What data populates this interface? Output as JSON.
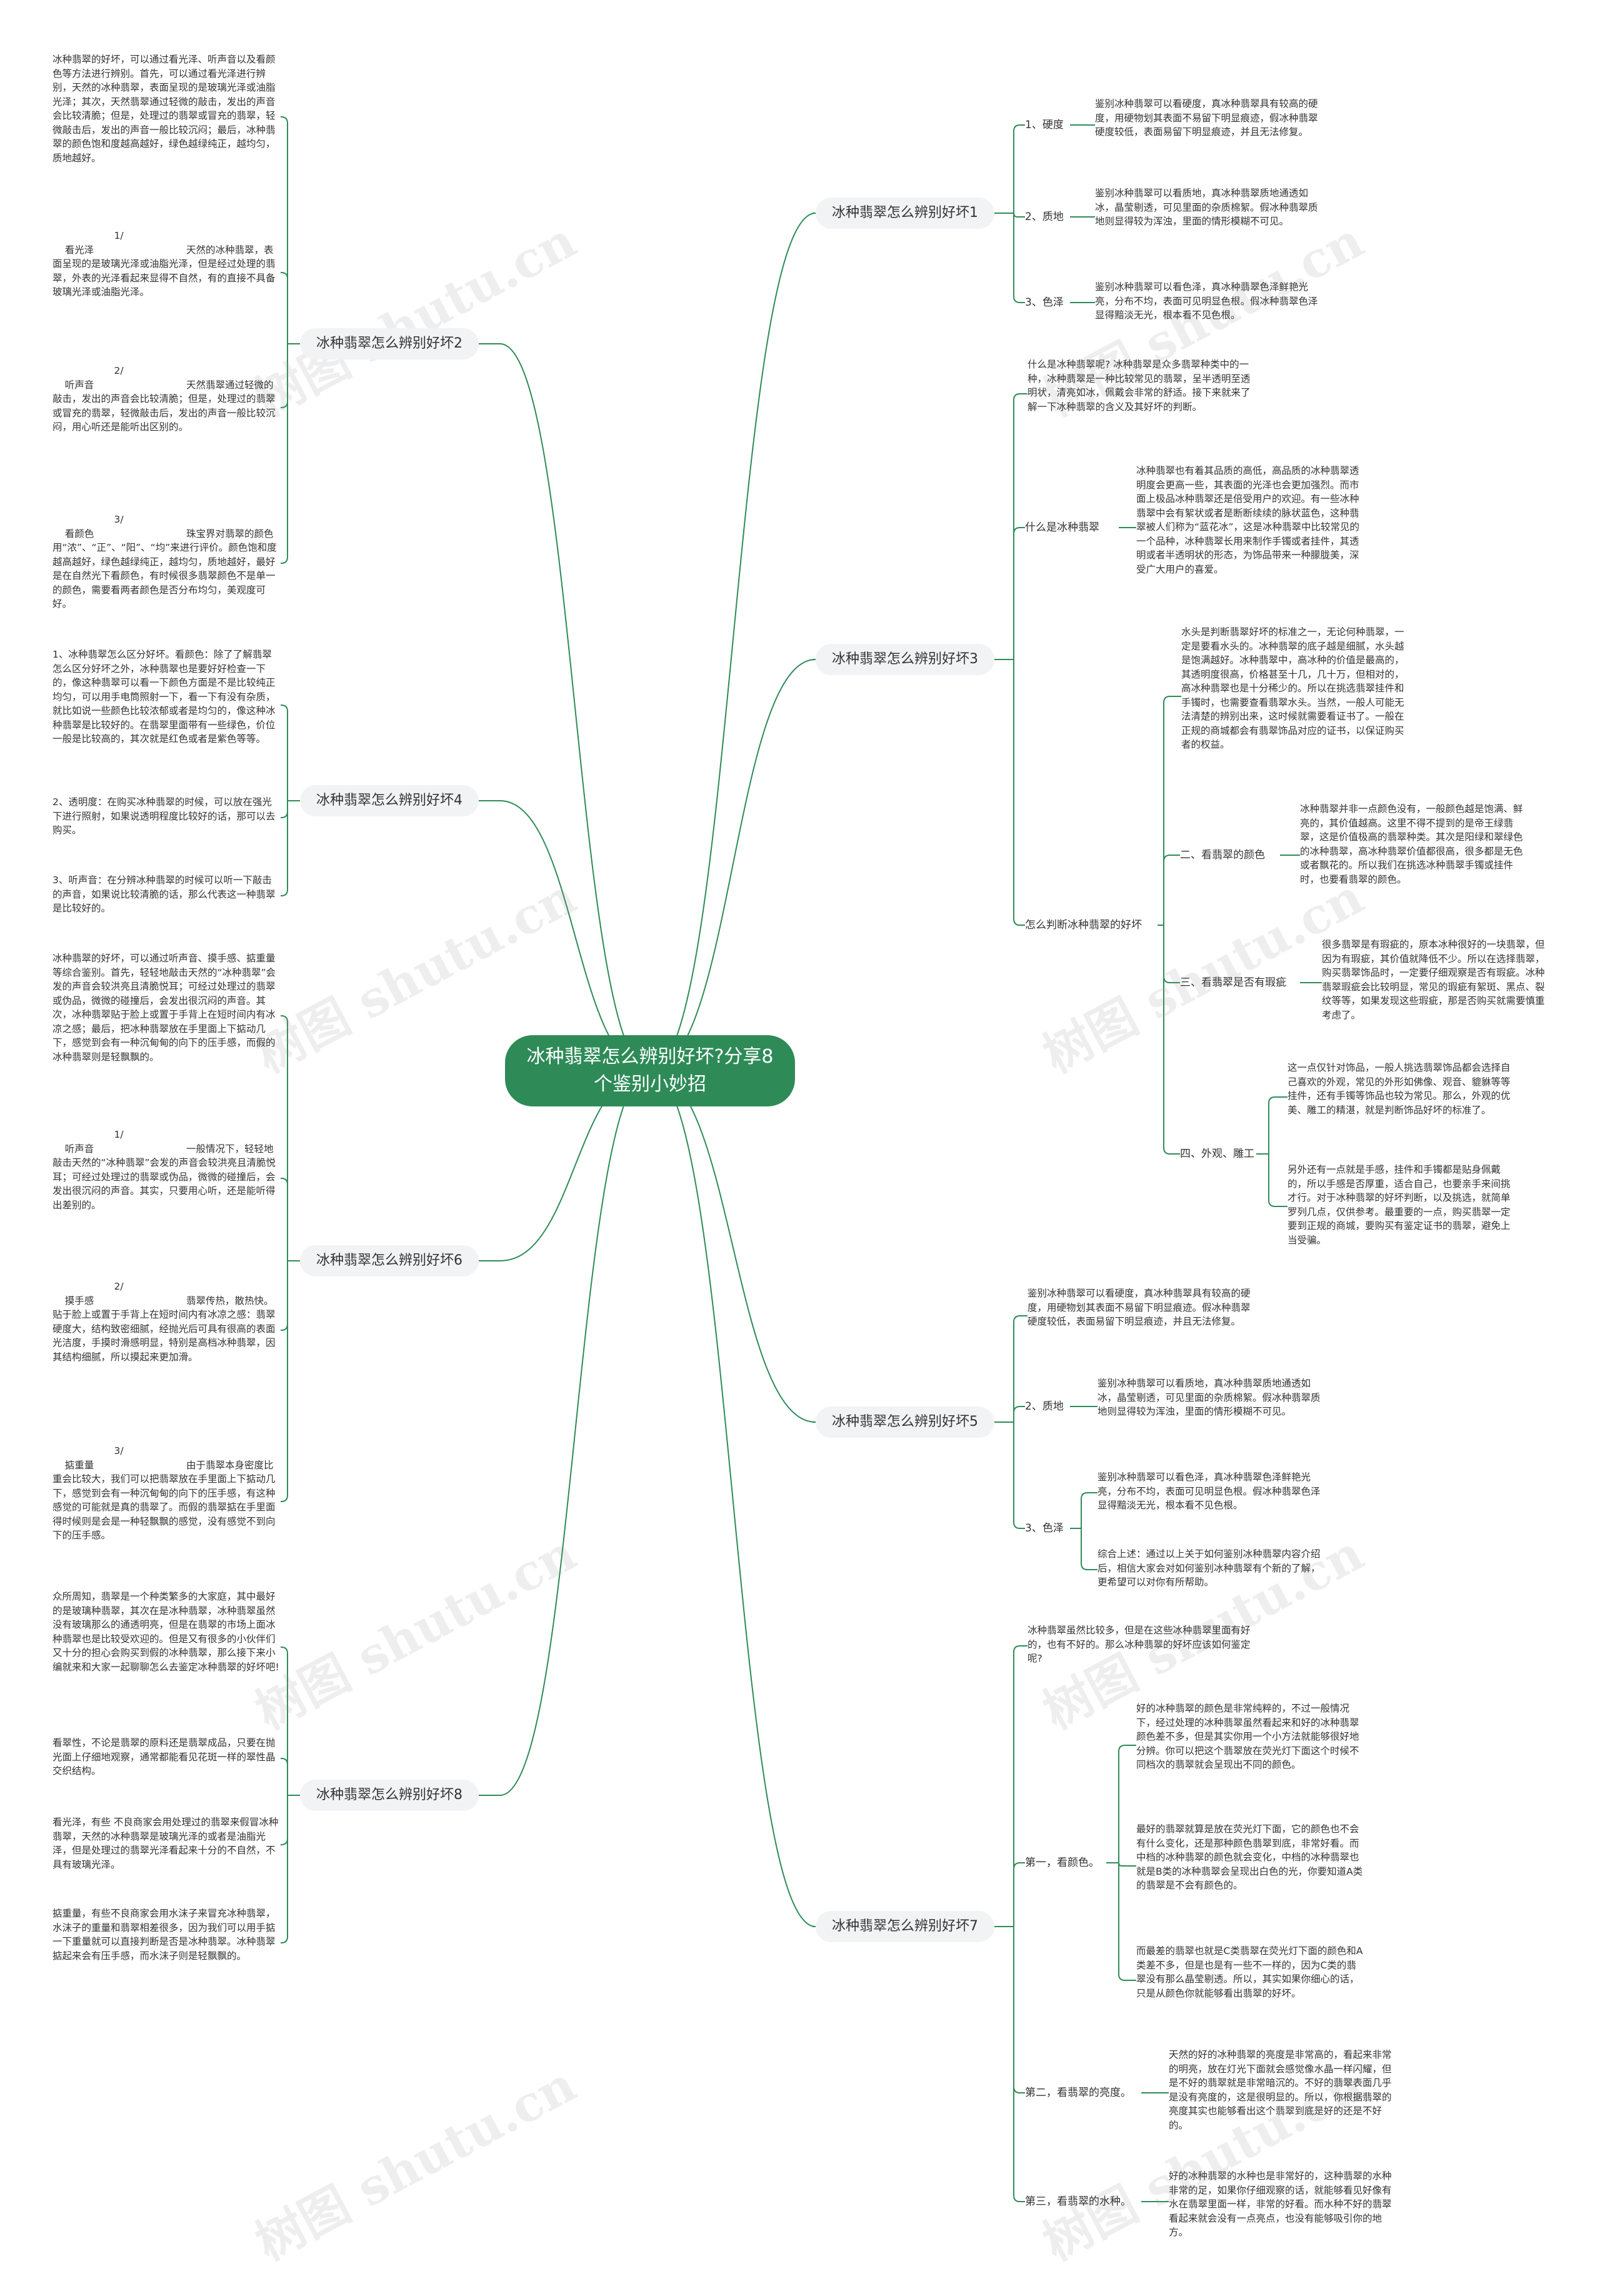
{
  "root": {
    "title": "冰种翡翠怎么辨别好坏?分享8个鉴别小妙招"
  },
  "colors": {
    "root": "#2e8b57",
    "line": "#2e8b57",
    "branch_bg": "#f2f3f5",
    "text": "#333333"
  },
  "watermark": "树图 shutu.cn",
  "branches": {
    "b1": "冰种翡翠怎么辨别好坏1",
    "b2": "冰种翡翠怎么辨别好坏2",
    "b3": "冰种翡翠怎么辨别好坏3",
    "b4": "冰种翡翠怎么辨别好坏4",
    "b5": "冰种翡翠怎么辨别好坏5",
    "b6": "冰种翡翠怎么辨别好坏6",
    "b7": "冰种翡翠怎么辨别好坏7",
    "b8": "冰种翡翠怎么辨别好坏8"
  },
  "subs": {
    "b1_1": "1、硬度",
    "b1_2": "2、质地",
    "b1_3": "3、色泽",
    "b3_1": "什么是冰种翡翠",
    "b3_2": "怎么判断冰种翡翠的好坏",
    "b3_2_2": "二、看翡翠的颜色",
    "b3_2_3": "三、看翡翠是否有瑕疵",
    "b3_2_4": "四、外观、雕工",
    "b5_2": "2、质地",
    "b5_3": "3、色泽",
    "b7_1": "第一，看颜色。",
    "b7_2": "第二，看翡翠的亮度。",
    "b7_3": "第三，看翡翠的水种。"
  },
  "leaves": {
    "b1_1": "鉴别冰种翡翠可以看硬度，真冰种翡翠具有较高的硬度，用硬物划其表面不易留下明显痕迹，假冰种翡翠硬度较低，表面易留下明显痕迹，并且无法修复。",
    "b1_2": "鉴别冰种翡翠可以看质地，真冰种翡翠质地通透如冰，晶莹剔透，可见里面的杂质棉絮。假冰种翡翠质地则显得较为浑浊，里面的情形模糊不可见。",
    "b1_3": "鉴别冰种翡翠可以看色泽，真冰种翡翠色泽鲜艳光亮，分布不均，表面可见明显色根。假冰种翡翠色泽显得黯淡无光，根本看不见色根。",
    "b2_0": "冰种翡翠的好坏，可以通过看光泽、听声音以及看颜色等方法进行辨别。首先，可以通过看光泽进行辨别，天然的冰种翡翠，表面呈现的是玻璃光泽或油脂光泽；其次，天然翡翠通过轻微的敲击，发出的声音会比较清脆；但是，处理过的翡翠或冒充的翡翠，轻微敲击后，发出的声音一般比较沉闷；最后，冰种翡翠的颜色饱和度越高越好，绿色越绿纯正，越均匀，质地越好。",
    "b2_1": "                    1/\n    看光泽                              天然的冰种翡翠，表面呈现的是玻璃光泽或油脂光泽，但是经过处理的翡翠，外表的光泽看起来显得不自然，有的直接不具备玻璃光泽或油脂光泽。",
    "b2_2": "                    2/\n    听声音                              天然翡翠通过轻微的敲击，发出的声音会比较清脆；但是，处理过的翡翠或冒充的翡翠，轻微敲击后，发出的声音一般比较沉闷，用心听还是能听出区别的。",
    "b2_3": "                    3/\n    看颜色                              珠宝界对翡翠的颜色用“浓”、“正”、“阳”、“均”来进行评价。颜色饱和度越高越好，绿色越绿纯正，越均匀，质地越好，最好是在自然光下看颜色，有时候很多翡翠颜色不是单一的颜色，需要看两者颜色是否分布均匀，美观度可好。",
    "b3_0": "什么是冰种翡翠呢? 冰种翡翠是众多翡翠种类中的一种，冰种翡翠是一种比较常见的翡翠，呈半透明至透明状，清亮如冰，佩戴会非常的舒适。接下来就来了解一下冰种翡翠的含义及其好坏的判断。",
    "b3_1": "冰种翡翠也有着其品质的高低，高品质的冰种翡翠透明度会更高一些，其表面的光泽也会更加强烈。而市面上极品冰种翡翠还是倍受用户的欢迎。有一些冰种翡翠中会有絮状或者是断断续续的脉状蓝色，这种翡翠被人们称为“蓝花冰”，这是冰种翡翠中比较常见的一个品种，冰种翡翠长用来制作手镯或者挂件，其透明或者半透明状的形态，为饰品带来一种朦胧美，深受广大用户的喜爱。",
    "b3_2_1": "水头是判断翡翠好坏的标准之一，无论何种翡翠，一定是要看水头的。冰种翡翠的底子越是细腻，水头越是饱满越好。冰种翡翠中，高冰种的价值是最高的，其透明度很高，价格甚至十几，几十万，但相对的，高冰种翡翠也是十分稀少的。所以在挑选翡翠挂件和手镯时，也需要查看翡翠水头。当然，一般人可能无法清楚的辨别出来，这时候就需要看证书了。一般在正规的商城都会有翡翠饰品对应的证书，以保证购买者的权益。",
    "b3_2_2": "冰种翡翠并非一点颜色没有，一般颜色越是饱满、鲜亮的，其价值越高。这里不得不提到的是帝王绿翡翠，这是价值极高的翡翠种类。其次是阳绿和翠绿色的冰种翡翠，高冰种翡翠价值都很高，很多都是无色或者飘花的。所以我们在挑选冰种翡翠手镯或挂件时，也要看翡翠的颜色。",
    "b3_2_3": "很多翡翠是有瑕疵的，原本冰种很好的一块翡翠，但因为有瑕疵，其价值就降低不少。所以在选择翡翠，购买翡翠饰品时，一定要仔细观察是否有瑕疵。冰种翡翠瑕疵会比较明显，常见的瑕疵有絮斑、黑点、裂纹等等，如果发现这些瑕疵，那是否购买就需要慎重考虑了。",
    "b3_2_4a": "这一点仅针对饰品，一般人挑选翡翠饰品都会选择自己喜欢的外观，常见的外形如佛像、观音、貔貅等等挂件，还有手镯等饰品也较为常见。那么，外观的优美、雕工的精湛，就是判断饰品好坏的标准了。",
    "b3_2_4b": "另外还有一点就是手感，挂件和手镯都是贴身佩戴的，所以手感是否厚重，适合自己，也要亲手来间挑才行。对于冰种翡翠的好坏判断，以及挑选，就简单罗列几点，仅供参考。最重要的一点，购买翡翠一定要到正规的商城，要购买有鉴定证书的翡翠，避免上当受骗。",
    "b4_1": "1、冰种翡翠怎么区分好坏。看颜色：除了了解翡翠怎么区分好坏之外，冰种翡翠也是要好好检查一下的，像这种翡翠可以看一下颜色方面是不是比较纯正均匀，可以用手电筒照射一下，看一下有没有杂质，就比如说一些颜色比较浓郁或者是均匀的，像这种冰种翡翠是比较好的。在翡翠里面带有一些绿色，价位一般是比较高的，其次就是红色或者是紫色等等。",
    "b4_2": "2、透明度：在购买冰种翡翠的时候，可以放在强光下进行照射，如果说透明程度比较好的话，那可以去购买。",
    "b4_3": "3、听声音：在分辨冰种翡翠的时候可以听一下敲击的声音，如果说比较清脆的话，那么代表这一种翡翠是比较好的。",
    "b5_1": "鉴别冰种翡翠可以看硬度，真冰种翡翠具有较高的硬度，用硬物划其表面不易留下明显痕迹。假冰种翡翠硬度较低，表面易留下明显痕迹，并且无法修复。",
    "b5_2": "鉴别冰种翡翠可以看质地，真冰种翡翠质地通透如冰，晶莹剔透，可见里面的杂质棉絮。假冰种翡翠质地则显得较为浑浊，里面的情形模糊不可见。",
    "b5_3a": "鉴别冰种翡翠可以看色泽，真冰种翡翠色泽鲜艳光亮，分布不均，表面可见明显色根。假冰种翡翠色泽显得黯淡无光，根本看不见色根。",
    "b5_3b": "综合上述：通过以上关于如何鉴别冰种翡翠内容介绍后，相信大家会对如何鉴别冰种翡翠有个新的了解，更希望可以对你有所帮助。",
    "b6_0": "冰种翡翠的好坏，可以通过听声音、摸手感、掂重量等综合鉴别。首先，轻轻地敲击天然的“冰种翡翠”会发的声音会较洪亮且清脆悦耳；可经过处理过的翡翠或伪品，微微的碰撞后，会发出很沉闷的声音。其次，冰种翡翠贴于脸上或置于手背上在短时间内有冰凉之感；最后，把冰种翡翠放在手里面上下掂动几下，感觉到会有一种沉甸甸的向下的压手感，而假的冰种翡翠则是轻飘飘的。",
    "b6_1": "                    1/\n    听声音                              一般情况下，轻轻地敲击天然的“冰种翡翠”会发的声音会较洪亮且清脆悦耳；可经过处理过的翡翠或伪品，微微的碰撞后，会发出很沉闷的声音。其实，只要用心听，还是能听得出差别的。",
    "b6_2": "                    2/\n    摸手感                              翡翠传热，散热快。贴于脸上或置于手背上在短时间内有冰凉之感：翡翠硬度大，结构致密细腻，经抛光后可具有很高的表面光洁度，手摸时滑感明显，特别是高档冰种翡翠，因其结构细腻，所以摸起来更加滑。",
    "b6_3": "                    3/\n    掂重量                              由于翡翠本身密度比重会比较大，我们可以把翡翠放在手里面上下掂动几下，感觉到会有一种沉甸甸的向下的压手感，有这种感觉的可能就是真的翡翠了。而假的翡翠掂在手里面得时候则是会是一种轻飘飘的感觉，没有感觉不到向下的压手感。",
    "b7_0": "冰种翡翠虽然比较多，但是在这些冰种翡翠里面有好的，也有不好的。那么冰种翡翠的好坏应该如何鉴定呢?",
    "b7_1a": "好的冰种翡翠的颜色是非常纯粹的，不过一般情况下，经过处理的冰种翡翠虽然看起来和好的冰种翡翠颜色差不多，但是其实你用一个小方法就能够很好地分辨。你可以把这个翡翠放在荧光灯下面这个时候不同档次的翡翠就会呈现出不同的颜色。",
    "b7_1b": "最好的翡翠就算是放在荧光灯下面，它的颜色也不会有什么变化，还是那种颜色翡翠到底，非常好看。而中档的冰种翡翠的颜色就会变化，中档的冰种翡翠也就是B类的冰种翡翠会呈现出白色的光，你要知道A类的翡翠是不会有颜色的。",
    "b7_1c": "而最差的翡翠也就是C类翡翠在荧光灯下面的颜色和A类差不多，但是也是有一些不一样的，因为C类的翡翠没有那么晶莹剔透。所以，其实如果你细心的话，只是从颜色你就能够看出翡翠的好坏。",
    "b7_2": "天然的好的冰种翡翠的亮度是非常高的，看起来非常的明亮，放在灯光下面就会感觉像水晶一样闪耀，但是不好的翡翠就是非常暗沉的。不好的翡翠表面几乎是没有亮度的，这是很明显的。所以，你根据翡翠的亮度其实也能够看出这个翡翠到底是好的还是不好的。",
    "b7_3": "好的冰种翡翠的水种也是非常好的，这种翡翠的水种非常的足，如果你仔细观察的话，就能够看见好像有水在翡翠里面一样，非常的好看。而水种不好的翡翠看起来就会没有一点亮点，也没有能够吸引你的地方。",
    "b8_0": "众所周知，翡翠是一个种类繁多的大家庭，其中最好的是玻璃种翡翠，其次在是冰种翡翠，冰种翡翠虽然没有玻璃那么的通透明亮，但是在翡翠的市场上面冰种翡翠也是比较受欢迎的。但是又有很多的小伙伴们又十分的担心会购买到假的冰种翡翠，那么接下来小编就来和大家一起聊聊怎么去鉴定冰种翡翠的好坏吧!",
    "b8_1": "看翠性，不论是翡翠的原料还是翡翠成品，只要在抛光面上仔细地观察，通常都能看见花斑一样的翠性晶交织结构。",
    "b8_2": "看光泽，有些 不良商家会用处理过的翡翠来假冒冰种翡翠，天然的冰种翡翠是玻璃光泽的或者是油脂光泽，但是处理过的翡翠光泽看起来十分的不自然，不具有玻璃光泽。",
    "b8_3": "掂重量，有些不良商家会用水沫子来冒充冰种翡翠，水沫子的重量和翡翠相差很多，因为我们可以用手掂一下重量就可以直接判断是否是冰种翡翠。冰种翡翠掂起来会有压手感，而水沫子则是轻飘飘的。"
  }
}
